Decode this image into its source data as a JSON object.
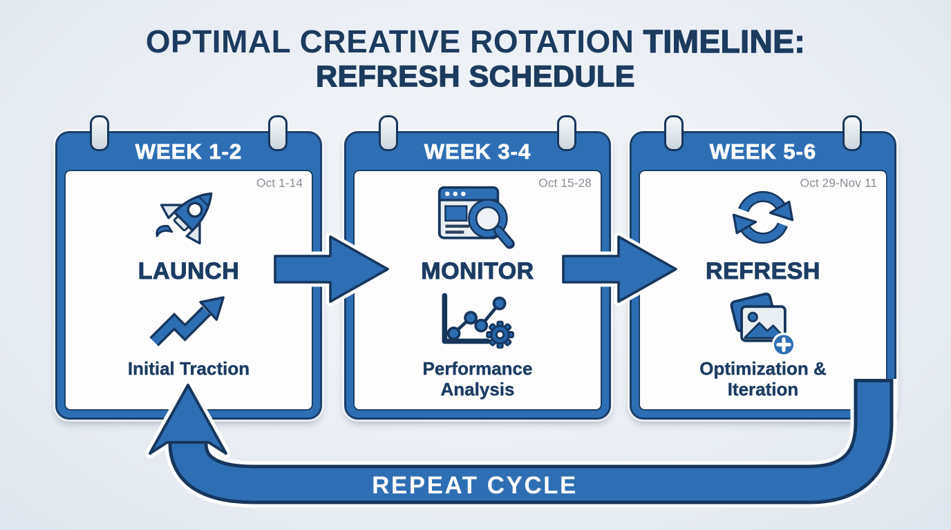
{
  "title": {
    "line1_regular": "OPTIMAL CREATIVE ROTATION",
    "line1_bold": "TIMELINE:",
    "line2": "REFRESH SCHEDULE"
  },
  "cards": [
    {
      "week": "WEEK 1-2",
      "date_range": "Oct 1-14",
      "label": "LAUNCH",
      "sublabel": "Initial Traction",
      "icon_top": "rocket-icon",
      "icon_bottom": "trending-up-icon"
    },
    {
      "week": "WEEK 3-4",
      "date_range": "Oct 15-28",
      "label": "MONITOR",
      "sublabel": "Performance Analysis",
      "icon_top": "browser-search-icon",
      "icon_bottom": "chart-gear-icon"
    },
    {
      "week": "WEEK 5-6",
      "date_range": "Oct 29-Nov 11",
      "label": "REFRESH",
      "sublabel": "Optimization & Iteration",
      "icon_top": "refresh-cycle-icon",
      "icon_bottom": "images-plus-icon"
    }
  ],
  "cycle": {
    "label": "REPEAT CYCLE"
  },
  "colors": {
    "primary_blue": "#2e6fb4",
    "outline_navy": "#17365d",
    "title_navy": "#1d3a5f",
    "date_gray": "#8a9099",
    "card_white": "#fdfdfe",
    "background": "#e9edf3"
  }
}
